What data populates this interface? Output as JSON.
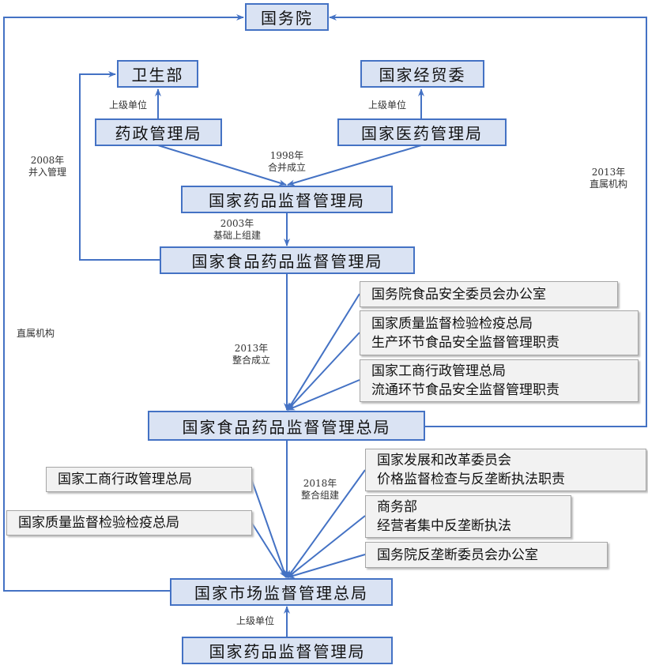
{
  "nodes": {
    "state_council": "国务院",
    "moh": "卫生部",
    "setc": "国家经贸委",
    "pharma_admin": "药政管理局",
    "state_pharma": "国家医药管理局",
    "sda": "国家药品监督管理局",
    "sfda": "国家食品药品监督管理局",
    "cfda": "国家食品药品监督管理总局",
    "samr": "国家市场监督管理总局",
    "nmpa": "国家药品监督管理局"
  },
  "sources_2013": [
    {
      "line1": "国务院食品安全委员会办公室"
    },
    {
      "line1": "国家质量监督检验检疫总局",
      "line2": "生产环节食品安全监督管理职责"
    },
    {
      "line1": "国家工商行政管理总局",
      "line2": "流通环节食品安全监督管理职责"
    }
  ],
  "sources_2018_right": [
    {
      "line1": "国家发展和改革委员会",
      "line2": "价格监督检查与反垄断执法职责"
    },
    {
      "line1": "商务部",
      "line2": "经营者集中反垄断执法"
    },
    {
      "line1": "国务院反垄断委员会办公室"
    }
  ],
  "sources_2018_left": [
    "国家工商行政管理总局",
    "国家质量监督检验检疫总局"
  ],
  "labels": {
    "superior1": "上级单位",
    "superior2": "上级单位",
    "superior3": "上级单位",
    "y1998": "1998年",
    "merge": "合并成立",
    "y2003": "2003年",
    "basis": "基础上组建",
    "y2008": "2008年",
    "incorporate": "并入管理",
    "y2013r": "2013年",
    "direct_r": "直属机构",
    "direct_l": "直属机构",
    "y2013": "2013年",
    "integrate": "整合成立",
    "y2018": "2018年",
    "integrate2018": "整合组建"
  },
  "colors": {
    "line": "#4472c4",
    "box": "#dae3f3",
    "grey": "#f2f2f2"
  }
}
